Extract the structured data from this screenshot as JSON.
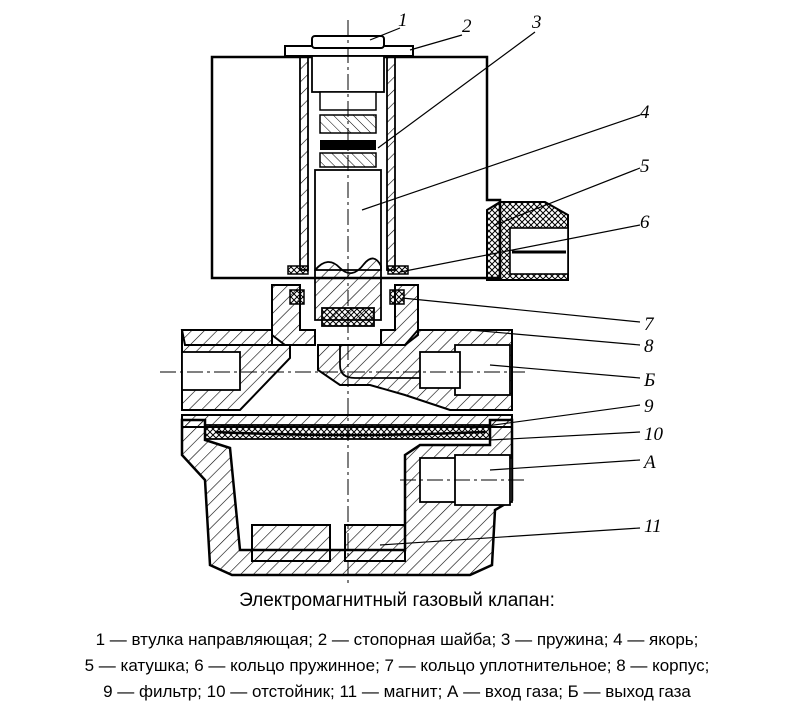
{
  "labels": {
    "l1": "1",
    "l2": "2",
    "l3": "3",
    "l4": "4",
    "l5": "5",
    "l6": "6",
    "l7": "7",
    "l8": "8",
    "l9": "9",
    "l10": "10",
    "l11": "11",
    "lA": "А",
    "lB": "Б"
  },
  "caption": {
    "title": "Электромагнитный газовый клапан:",
    "line1": "1 — втулка направляющая; 2 — стопорная шайба; 3 — пружина; 4 — якорь;",
    "line2": "5 — катушка; 6 — кольцо пружинное; 7 — кольцо уплотнительное; 8 — корпус;",
    "line3": "9 — фильтр; 10 — отстойник; 11 — магнит; А — вход газа; Б — выход газа"
  }
}
